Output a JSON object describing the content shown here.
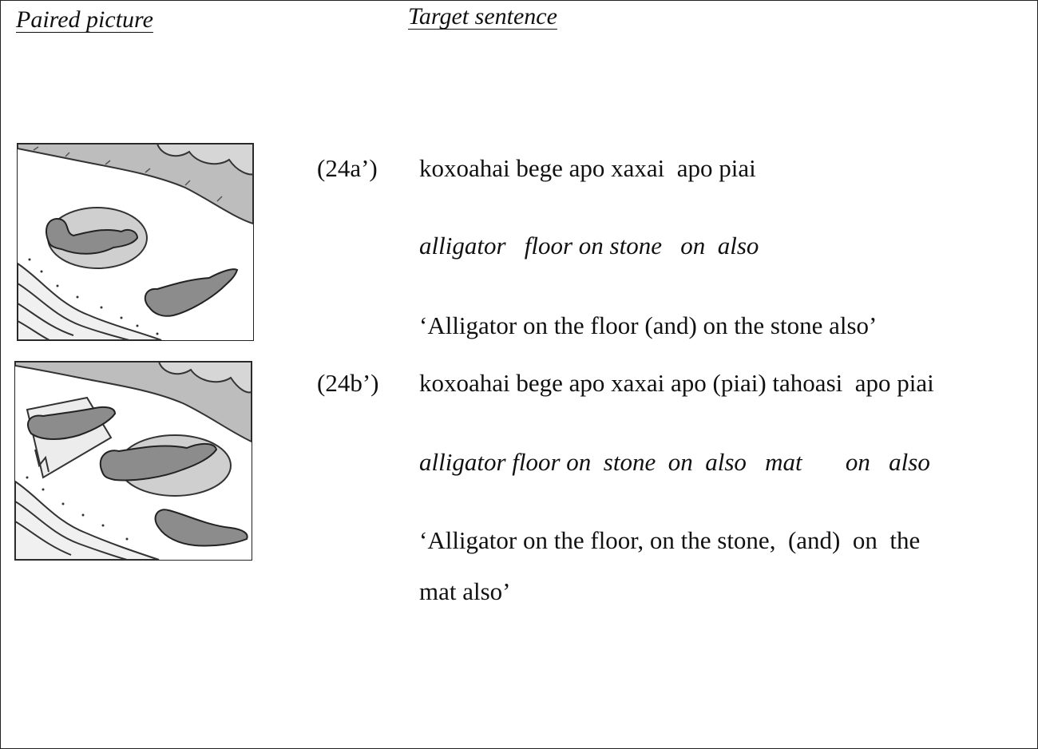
{
  "header": {
    "paired_picture": "Paired picture",
    "target_sentence": "Target sentence"
  },
  "examples": [
    {
      "number": "(24a’)",
      "source": "koxoahai bege apo xaxai  apo piai",
      "gloss": "alligator   floor on stone   on  also",
      "translation": "‘Alligator on the floor (and) on the stone also’",
      "picture": "alligators-on-floor-and-stone"
    },
    {
      "number": "(24b’)",
      "source": "koxoahai bege apo xaxai apo (piai) tahoasi  apo piai",
      "gloss": "alligator floor on  stone  on  also   mat       on   also",
      "translation_line1": "‘Alligator on the floor, on the stone,  (and)  on  the",
      "translation_line2": "mat also’",
      "picture": "alligators-on-floor-stone-and-mat"
    }
  ]
}
